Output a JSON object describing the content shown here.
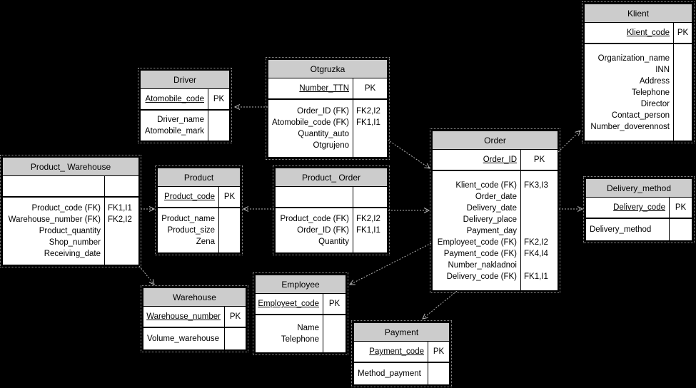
{
  "canvas": {
    "background_color": "#000000",
    "entity_header_color": "#cccccc",
    "entity_body_color": "#ffffff",
    "relationship_line_color": "#b4b4b4",
    "pk_section_label": "PK"
  },
  "tables": [
    {
      "title": "Klient",
      "pk": "Klient_code",
      "pk_tag": "PK",
      "attrs": [
        {
          "name": "Organization_name",
          "tag": ""
        },
        {
          "name": "INN",
          "tag": ""
        },
        {
          "name": "Address",
          "tag": ""
        },
        {
          "name": "Telephone",
          "tag": ""
        },
        {
          "name": "Director",
          "tag": ""
        },
        {
          "name": "Contact_person",
          "tag": ""
        },
        {
          "name": "Number_doverennost",
          "tag": ""
        }
      ]
    },
    {
      "title": "Driver",
      "pk": "Atomobile_code",
      "pk_tag": "PK",
      "attrs": [
        {
          "name": "Driver_name",
          "tag": ""
        },
        {
          "name": "Atomobile_mark",
          "tag": ""
        }
      ]
    },
    {
      "title": "Otgruzka",
      "pk": "Number_TTN",
      "pk_tag": "PK",
      "attrs": [
        {
          "name": "Order_ID (FK)",
          "tag": "FK2,I2"
        },
        {
          "name": "Atomobile_code (FK)",
          "tag": "FK1,I1"
        },
        {
          "name": "Quantity_auto",
          "tag": ""
        },
        {
          "name": "Otgrujeno",
          "tag": ""
        }
      ]
    },
    {
      "title": "Order",
      "pk": "Order_ID",
      "pk_tag": "PK",
      "attrs": [
        {
          "name": "Klient_code (FK)",
          "tag": "FK3,I3"
        },
        {
          "name": "Order_date",
          "tag": ""
        },
        {
          "name": "Delivery_date",
          "tag": ""
        },
        {
          "name": "Delivery_place",
          "tag": ""
        },
        {
          "name": "Payment_day",
          "tag": ""
        },
        {
          "name": "Employeet_code (FK)",
          "tag": "FK2,I2"
        },
        {
          "name": "Payment_code (FK)",
          "tag": "FK4,I4"
        },
        {
          "name": "Number_nakladnoi",
          "tag": ""
        },
        {
          "name": "Delivery_code (FK)",
          "tag": "FK1,I1"
        }
      ]
    },
    {
      "title": "Product_ Warehouse",
      "pk": "",
      "pk_tag": "",
      "attrs": [
        {
          "name": "Product_code (FK)",
          "tag": "FK1,I1"
        },
        {
          "name": "Warehouse_number (FK)",
          "tag": "FK2,I2"
        },
        {
          "name": "Product_quantity",
          "tag": ""
        },
        {
          "name": "Shop_number",
          "tag": ""
        },
        {
          "name": "Receiving_date",
          "tag": ""
        }
      ]
    },
    {
      "title": "Product",
      "pk": "Product_code",
      "pk_tag": "PK",
      "attrs": [
        {
          "name": "Product_name",
          "tag": ""
        },
        {
          "name": "Product_size",
          "tag": ""
        },
        {
          "name": "Zena",
          "tag": ""
        }
      ]
    },
    {
      "title": "Product_ Order",
      "pk": "",
      "pk_tag": "",
      "attrs": [
        {
          "name": "Product_code (FK)",
          "tag": "FK2,I2"
        },
        {
          "name": "Order_ID (FK)",
          "tag": "FK1,I1"
        },
        {
          "name": "Quantity",
          "tag": ""
        }
      ]
    },
    {
      "title": "Delivery_method",
      "pk": "Delivery_code",
      "pk_tag": "PK",
      "attrs": [
        {
          "name": "Delivery_method",
          "tag": ""
        }
      ]
    },
    {
      "title": "Warehouse",
      "pk": "Warehouse_number",
      "pk_tag": "PK",
      "attrs": [
        {
          "name": "Volume_warehouse",
          "tag": ""
        }
      ]
    },
    {
      "title": "Employee",
      "pk": "Employeet_code",
      "pk_tag": "PK",
      "attrs": [
        {
          "name": "Name",
          "tag": ""
        },
        {
          "name": "Telephone",
          "tag": ""
        }
      ]
    },
    {
      "title": "Payment",
      "pk": "Payment_code",
      "pk_tag": "PK",
      "attrs": [
        {
          "name": "Method_payment",
          "tag": ""
        }
      ]
    }
  ],
  "relationships": [
    {
      "child": "Otgruzka",
      "parent": "Driver",
      "line": "dashed",
      "arrow_at": "parent"
    },
    {
      "child": "Otgruzka",
      "parent": "Order",
      "line": "dashed",
      "arrow_at": "parent"
    },
    {
      "child": "Order",
      "parent": "Klient",
      "line": "dashed",
      "arrow_at": "parent"
    },
    {
      "child": "Product_ Warehouse",
      "parent": "Product",
      "line": "dashed",
      "arrow_at": "parent"
    },
    {
      "child": "Product_ Order",
      "parent": "Product",
      "line": "dashed",
      "arrow_at": "parent"
    },
    {
      "child": "Product_ Order",
      "parent": "Order",
      "line": "dashed",
      "arrow_at": "parent"
    },
    {
      "child": "Order",
      "parent": "Delivery_method",
      "line": "dashed",
      "arrow_at": "parent"
    },
    {
      "child": "Product_ Warehouse",
      "parent": "Warehouse",
      "line": "dashed",
      "arrow_at": "parent"
    },
    {
      "child": "Order",
      "parent": "Employee",
      "line": "dashed",
      "arrow_at": "parent"
    },
    {
      "child": "Order",
      "parent": "Payment",
      "line": "dashed",
      "arrow_at": "parent"
    }
  ]
}
